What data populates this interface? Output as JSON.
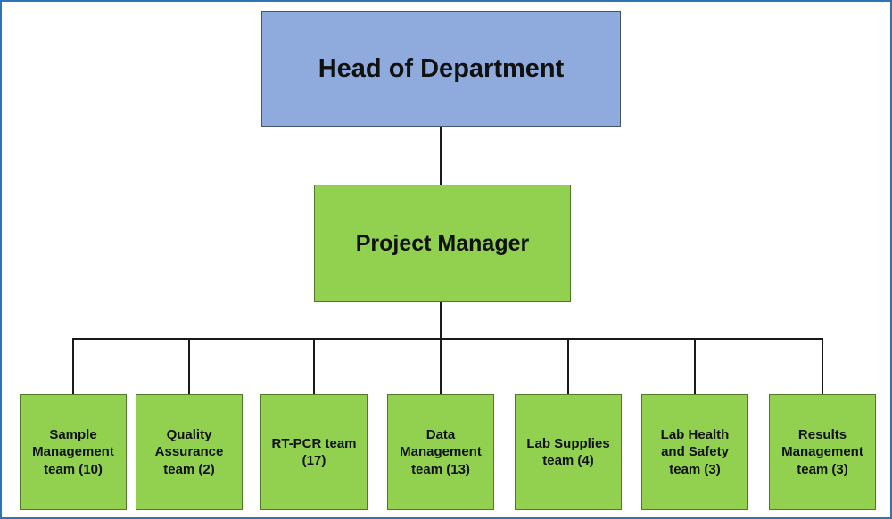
{
  "chart_data": {
    "type": "org-chart",
    "root": {
      "label": "Head of Department"
    },
    "manager": {
      "label": "Project Manager"
    },
    "teams": [
      {
        "label": "Sample Management team (10)",
        "team_size": 10
      },
      {
        "label": "Quality Assurance team (2)",
        "team_size": 2
      },
      {
        "label": "RT-PCR team (17)",
        "team_size": 17
      },
      {
        "label": "Data Management team (13)",
        "team_size": 13
      },
      {
        "label": "Lab Supplies team (4)",
        "team_size": 4
      },
      {
        "label": "Lab Health and Safety team (3)",
        "team_size": 3
      },
      {
        "label": "Results Management team (3)",
        "team_size": 3
      }
    ],
    "colors": {
      "root_fill": "#8FAADC",
      "team_fill": "#92D050",
      "outer_border": "#2E74B5",
      "connector": "#1a1a1a",
      "text": "#111111"
    }
  }
}
